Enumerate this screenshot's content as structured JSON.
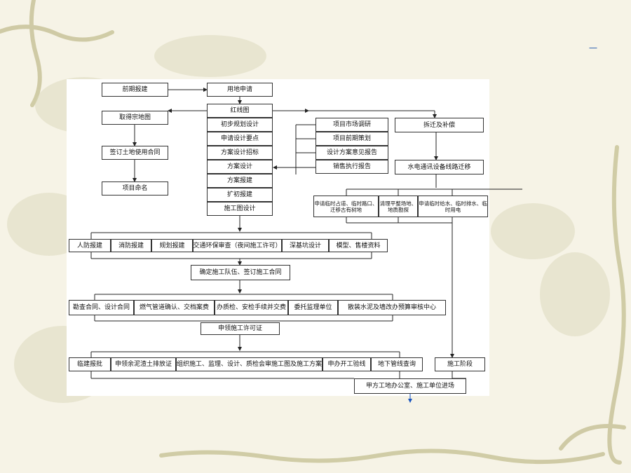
{
  "slide": {
    "mark": "一"
  },
  "flow": {
    "pre_report": "前期报建",
    "land_apply": "用地申请",
    "red_line": "红线图",
    "prelim_plan": "初步规划设计",
    "design_points": "申请设计要点",
    "design_bid": "方案设计招标",
    "scheme_design": "方案设计",
    "scheme_report": "方案报建",
    "ext_report": "扩初报建",
    "construct_drawing": "施工图设计",
    "land_map": "取得宗地图",
    "land_contract": "签订土地使用合同",
    "project_naming": "项目命名",
    "market_survey": "项目市场调研",
    "early_planning": "项目前期策划",
    "design_opinion": "设计方案意见报告",
    "sales_report": "销售执行报告",
    "demolition": "拆迁及补偿",
    "utility_relocation": "水电通讯设备线路迁移",
    "temp_road": "申请临时占道、临时路口、迁移古有树地",
    "site_clearing": "清理平整场地、地质勘探",
    "temp_water_power": "申请临时给水、临时排水、临时用电",
    "row1": [
      "人防报建",
      "消防报建",
      "规划报建",
      "交通环保审查（夜间施工许可）",
      "深基坑设计",
      "模型、售楼资料"
    ],
    "team_contract": "确定施工队伍、签订施工合同",
    "row2": [
      "勘查合同、设计合同",
      "燃气管道确认、交档案费",
      "办质检、安检手续并交费",
      "委托监理单位",
      "散装水泥及墙改办预算审核中心"
    ],
    "permit": "申领施工许可证",
    "row3": [
      "临建报批",
      "申领余泥渣土排放证",
      "组织施工、监理、设计、质检会审施工图及施工方案",
      "申办开工验线",
      "地下管线查询"
    ],
    "construction_phase": "施工阶段",
    "site_entry": "甲方工地办公室、施工单位进场"
  }
}
